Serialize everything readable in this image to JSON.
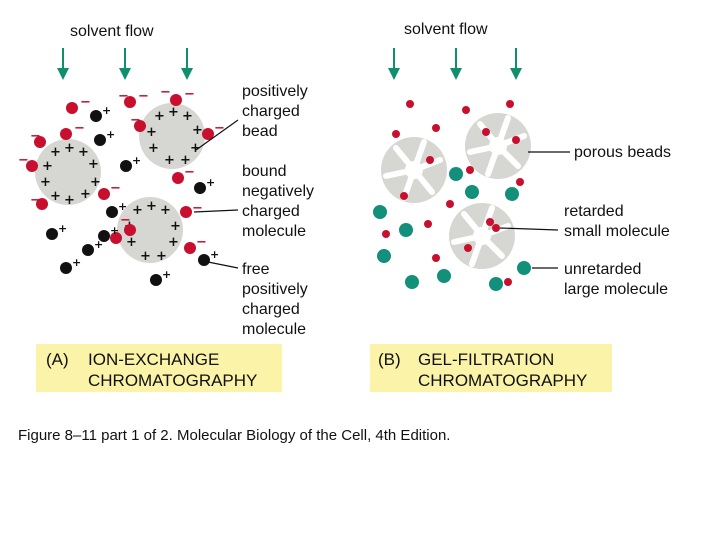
{
  "panel_a": {
    "header": "solvent flow",
    "labels": {
      "bead": [
        "positively",
        "charged",
        "bead"
      ],
      "bound": [
        "bound",
        "negatively",
        "charged",
        "molecule"
      ],
      "free": [
        "free",
        "positively",
        "charged",
        "molecule"
      ]
    },
    "title_letter": "(A)",
    "title_line1": "ION-EXCHANGE",
    "title_line2": "CHROMATOGRAPHY"
  },
  "panel_b": {
    "header": "solvent flow",
    "labels": {
      "porous": "porous beads",
      "retarded": [
        "retarded",
        "small molecule"
      ],
      "unretarded": [
        "unretarded",
        "large molecule"
      ]
    },
    "title_letter": "(B)",
    "title_line1": "GEL-FILTRATION",
    "title_line2": "CHROMATOGRAPHY"
  },
  "caption": "Figure 8–11 part 1 of 2. Molecular Biology of the Cell, 4th Edition.",
  "colors": {
    "arrow": "#0f8f6e",
    "negative_molecule": "#c8102e",
    "positive_molecule": "#111111",
    "bead": "#d6d6d2",
    "large_molecule": "#12907a",
    "label_box": "#fbf3a8"
  }
}
